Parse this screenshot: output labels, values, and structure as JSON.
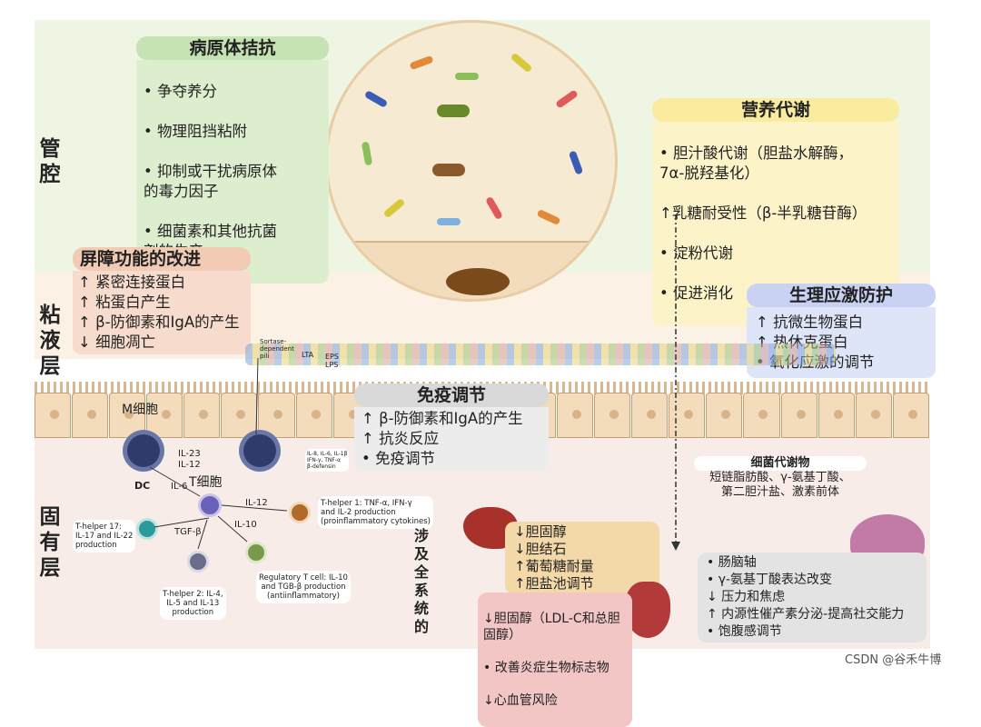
{
  "zones": {
    "lumen": "管\n腔",
    "mucus": "粘\n液\n层",
    "lamina": "固\n有\n层",
    "systemic": "涉\n及\n全\n系\n统\n的"
  },
  "pathogen": {
    "title": "病原体拮抗",
    "items": [
      "• 争夺养分",
      "• 物理阻挡粘附",
      "• 抑制或干扰病原体\n的毒力因子",
      "• 细菌素和其他抗菌\n剂的生产"
    ]
  },
  "nutrition": {
    "title": "营养代谢",
    "items": [
      "• 胆汁酸代谢（胆盐水解酶，\n7α-脱羟基化）",
      "↑乳糖耐受性（β-半乳糖苷酶）",
      "• 淀粉代谢",
      "• 促进消化"
    ]
  },
  "barrier": {
    "title": "屏障功能的改进",
    "items": [
      "↑ 紧密连接蛋白",
      "↑ 粘蛋白产生",
      "↑ β-防御素和IgA的产生",
      "↓ 细胞凋亡"
    ]
  },
  "stress": {
    "title": "生理应激防护",
    "items": [
      "↑ 抗微生物蛋白",
      "↑ 热休克蛋白",
      "• 氧化应激的调节"
    ]
  },
  "immune": {
    "title": "免疫调节",
    "items": [
      "↑ β-防御素和IgA的产生",
      "↑ 抗炎反应",
      "• 免疫调节"
    ]
  },
  "metabolites": {
    "title": "细菌代谢物",
    "text": "短链脂肪酸、γ-氨基丁酸、\n第二胆汁盐、激素前体"
  },
  "liver": [
    "↓胆固醇",
    "↓胆结石",
    "↑葡萄糖耐量",
    "↑胆盐池调节"
  ],
  "heart": [
    "↓胆固醇（LDL-C和总胆\n固醇）",
    "• 改善炎症生物标志物",
    "↓心血管风险"
  ],
  "brain": [
    "• 肠脑轴",
    "• γ-氨基丁酸表达改变",
    "↓ 压力和焦虑",
    "↑ 内源性催产素分泌-提高社交能力",
    "• 饱腹感调节"
  ],
  "cells": {
    "m_cell": "M细胞",
    "dc": "DC",
    "t_cell": "T细胞",
    "il23": "IL-23\nIL-12",
    "il6": "IL-6",
    "il12": "IL-12",
    "tgf": "TGF-β",
    "il10": "IL-10",
    "th17": "T-helper 17:\nIL-17 and IL-22\nproduction",
    "th1": "T-helper 1: TNF-α, IFN-γ\nand IL-2 production\n(proinflammatory cytokines)",
    "th2": "T-helper 2: IL-4,\nIL-5 and IL-13\nproduction",
    "treg": "Regulatory T cell: IL-10\nand TGB-β production\n(antiinflammatory)",
    "sortase": "Sortase-\ndependent\npili",
    "lta": "LTA",
    "eps": "EPS\nLPS",
    "cytok": "IL-8, IL-6, IL-1β\nIFN-γ, TNF-α\nβ-defensin"
  },
  "watermark": "CSDN @谷禾牛博",
  "colors": {
    "pathogen": "#c6e3b4",
    "nutrition": "#fbeb9f",
    "barrier": "#f2cbb5",
    "stress": "#c9d2f2",
    "immune": "#d9d9d9",
    "liver": "#f4d9a8",
    "heart": "#f3c6c6",
    "brain": "#e3e3e3"
  }
}
